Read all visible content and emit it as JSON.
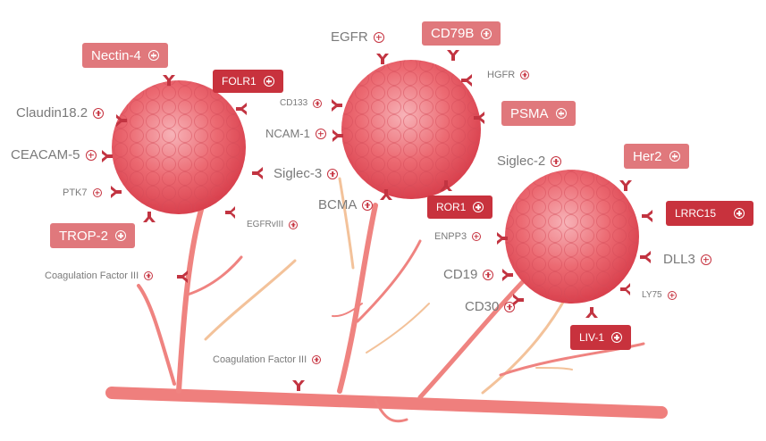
{
  "targets": {
    "nectin4": "Nectin-4",
    "folr1": "FOLR1",
    "claudin182": "Claudin18.2",
    "ceacam5": "CEACAM-5",
    "ptk7": "PTK7",
    "trop2": "TROP-2",
    "egfrviii": "EGFRvIII",
    "coag_factor_left": "Coagulation Factor III",
    "coag_factor_bottom": "Coagulation Factor III",
    "egfr": "EGFR",
    "cd79b": "CD79B",
    "hgfr": "HGFR",
    "cd133": "CD133",
    "psma": "PSMA",
    "ncam1": "NCAM-1",
    "siglec3": "Siglec-3",
    "siglec2": "Siglec-2",
    "bcma": "BCMA",
    "ror1": "ROR1",
    "her2": "Her2",
    "enpp3": "ENPP3",
    "lrrc15": "LRRC15",
    "dll3": "DLL3",
    "cd19": "CD19",
    "cd30": "CD30",
    "ly75": "LY75",
    "liv1": "LIV-1"
  },
  "colors": {
    "tumor": "#ec6a72",
    "vessel": "#ef7f7d",
    "receptor": "#c23441",
    "label_light_bg": "#e0787c",
    "label_dark_bg": "#c8323d",
    "text": "#7a7a7a"
  },
  "icons": {
    "expand": "plus-circle-icon",
    "antigen": "receptor-y-icon"
  }
}
